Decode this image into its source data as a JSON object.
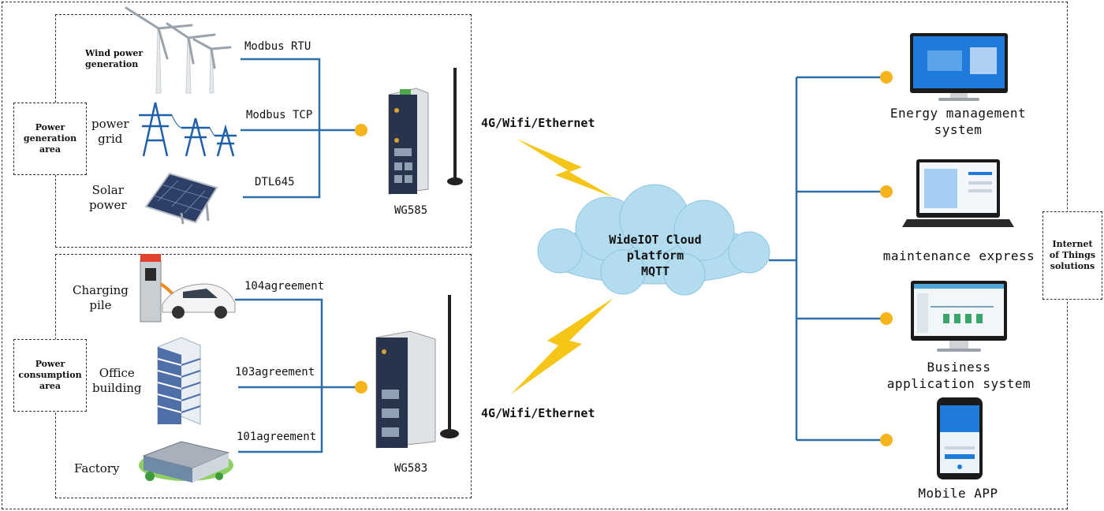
{
  "generation_area": {
    "label_line1": "Power",
    "label_line2": "generation",
    "label_line3": "area"
  },
  "consumption_area": {
    "label_line1": "Power",
    "label_line2": "consumption",
    "label_line3": "area"
  },
  "iot_area": {
    "label_line1": "Internet",
    "label_line2": "of Things",
    "label_line3": "solutions"
  },
  "sources": {
    "wind": {
      "line1": "Wind power",
      "line2": "generation",
      "protocol": "Modbus RTU"
    },
    "grid": {
      "line1": "power",
      "line2": "grid",
      "protocol": "Modbus TCP"
    },
    "solar": {
      "line1": "Solar",
      "line2": "power",
      "protocol": "DTL645"
    }
  },
  "loads": {
    "charging": {
      "line1": "Charging",
      "line2": "pile",
      "protocol": "104agreement"
    },
    "office": {
      "line1": "Office",
      "line2": "building",
      "protocol": "103agreement"
    },
    "factory": {
      "line1": "Factory",
      "protocol": "101agreement"
    }
  },
  "gateways": {
    "top": "WG585",
    "bottom": "WG583"
  },
  "network": {
    "top": "4G/Wifi/Ethernet",
    "bottom": "4G/Wifi/Ethernet"
  },
  "cloud": {
    "line1": "WideIOT Cloud",
    "line2": "platform",
    "line3": "MQTT"
  },
  "systems": {
    "energy": {
      "line1": "Energy management",
      "line2": "system"
    },
    "maintenance": {
      "line1": "maintenance express"
    },
    "business": {
      "line1": "Business",
      "line2": "application system"
    },
    "mobile": {
      "line1": "Mobile APP"
    }
  },
  "colors": {
    "wire": "#2f6ea6",
    "node": "#f5b31c",
    "cloud": "#b3dcef",
    "bolt": "#f5c518",
    "tower": "#1f5fa8"
  }
}
